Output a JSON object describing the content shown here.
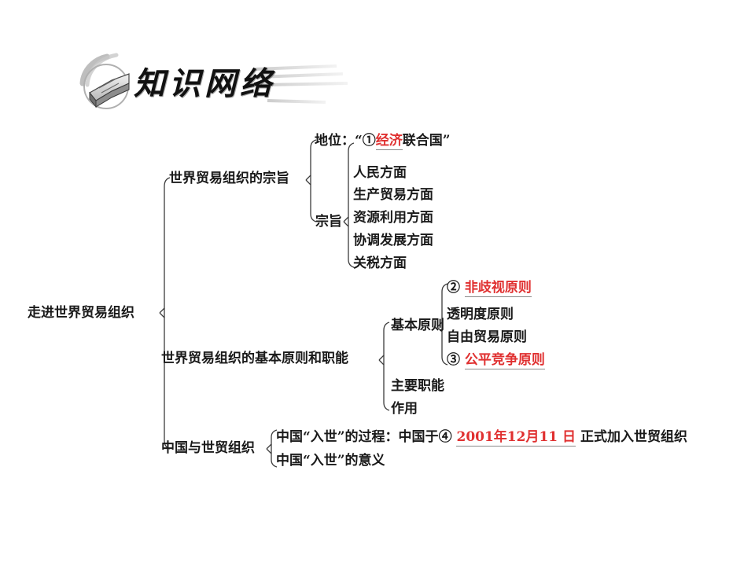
{
  "header": {
    "title": "知识网络",
    "icon": "open-book-icon"
  },
  "mindmap": {
    "root": "走进世界贸易组织",
    "branches": [
      {
        "label": "世界贸易组织的宗旨",
        "children": [
          {
            "label_prefix": "地位：“",
            "marker": "①",
            "highlight": "经济",
            "label_suffix": "联合国”"
          },
          {
            "label": "宗旨",
            "children": [
              {
                "label": "人民方面"
              },
              {
                "label": "生产贸易方面"
              },
              {
                "label": "资源利用方面"
              },
              {
                "label": "协调发展方面"
              },
              {
                "label": "关税方面"
              }
            ]
          }
        ]
      },
      {
        "label": "世界贸易组织的基本原则和职能",
        "children": [
          {
            "label": "基本原则",
            "children": [
              {
                "marker": "②",
                "label": "非歧视原则",
                "highlighted": true
              },
              {
                "marker": "",
                "label": "透明度原则",
                "highlighted": false
              },
              {
                "marker": "",
                "label": "自由贸易原则",
                "highlighted": false
              },
              {
                "marker": "③",
                "label": "公平竞争原则",
                "highlighted": true
              }
            ]
          },
          {
            "label": "主要职能"
          },
          {
            "label": "作用"
          }
        ]
      },
      {
        "label": "中国与世贸组织",
        "children": [
          {
            "label_prefix": "中国“入世”的过程：中国于",
            "marker": "④",
            "highlight": "2001年12月11 日",
            "label_suffix": "正式加入世贸组织"
          },
          {
            "label": "中国“入世”的意义"
          }
        ]
      }
    ]
  },
  "colors": {
    "highlight_red": "#e03030",
    "text_black": "#1a1a1a",
    "wire_gray": "#3c3c3c",
    "background": "#ffffff"
  }
}
